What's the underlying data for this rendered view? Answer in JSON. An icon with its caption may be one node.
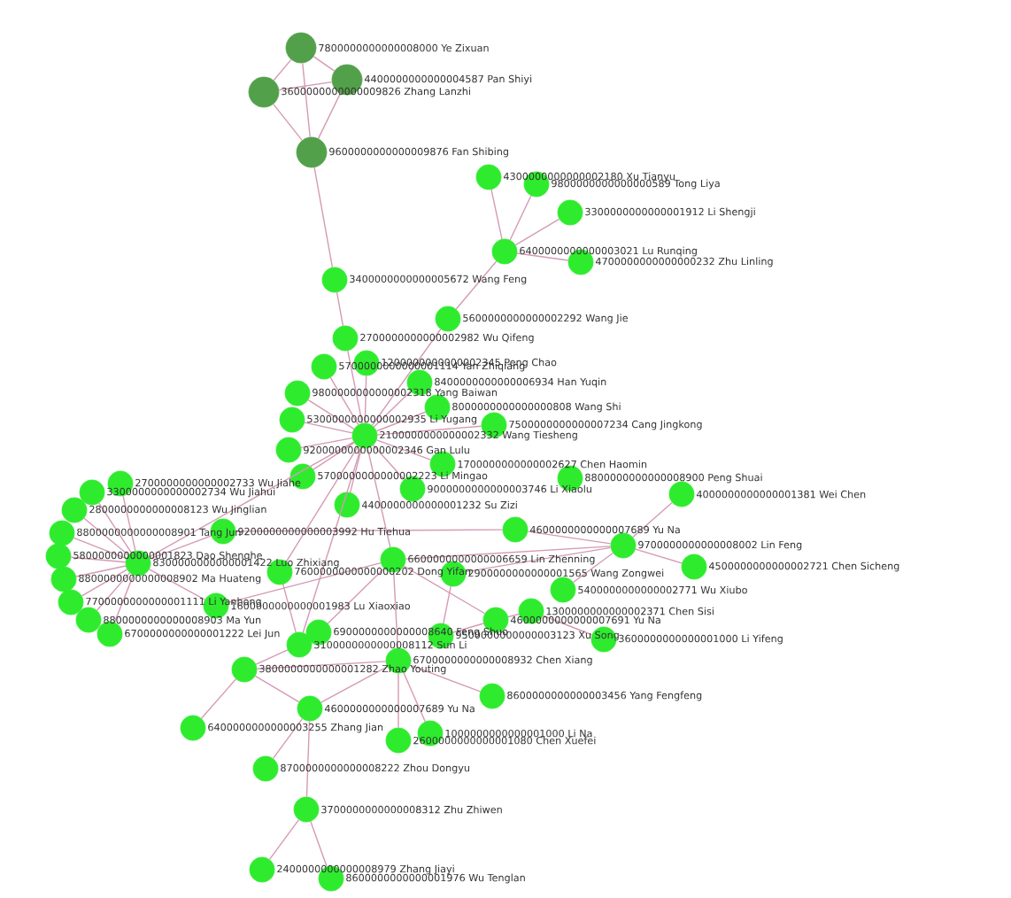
{
  "diagram": {
    "nodes": [
      {
        "text": [
          "7800000000000008000 Ye Zixuan"
        ]
      },
      {
        "text": [
          "4400000000000004587 Pan Shiyi"
        ]
      },
      {
        "text": [
          "3600000000000009826 Zhang Lanzhi"
        ]
      },
      {
        "text": [
          "9600000000000009876 Fan Shibing"
        ]
      },
      {
        "text": [
          "4300000000000002180 Xu Tianyu"
        ]
      },
      {
        "text": [
          "9800000000000000589 Tong Liya"
        ]
      },
      {
        "text": [
          "3300000000000001912 Li Shengji"
        ]
      },
      {
        "text": [
          "6400000000000003021 Lu Runqing"
        ]
      },
      {
        "text": [
          "4700000000000000232 Zhu Linling"
        ]
      },
      {
        "text": [
          "3400000000000005672 Wang Feng"
        ]
      },
      {
        "text": [
          "5600000000000002292 Wang Jie"
        ]
      },
      {
        "text": [
          "2700000000000002982 Wu Qifeng"
        ]
      },
      {
        "text": [
          "1200000000000002345 Peng Chao"
        ]
      },
      {
        "text": [
          "5700000000000001114 Yan Zhiqiang"
        ]
      },
      {
        "text": [
          "8400000000000006934 Han Yuqin"
        ]
      },
      {
        "text": [
          "9800000000000002318 Yang Baiwan"
        ]
      },
      {
        "text": [
          "8000000000000000808 Wang Shi"
        ]
      },
      {
        "text": [
          "5300000000000002935 Li Yugang"
        ]
      },
      {
        "text": [
          "7500000000000007234 Cang Jingkong"
        ]
      },
      {
        "text": [
          "2100000000000002332 Wang Tiesheng"
        ]
      },
      {
        "text": [
          "9200000000000002346 Gan Lulu"
        ]
      },
      {
        "text": [
          "1700000000000002627 Chen Haomin"
        ]
      },
      {
        "text": [
          "5700000000000002223 Li Mingao"
        ]
      },
      {
        "text": [
          "9000000000000003746 Li Xiaolu"
        ]
      },
      {
        "text": [
          "4400000000000001232 Su Zizi"
        ]
      },
      {
        "text": [
          "8800000000000008900 Peng Shuai"
        ]
      },
      {
        "text": [
          "4000000000000001381 Wei Chen"
        ]
      },
      {
        "text": [
          "2700000000000002733 Wu Jiahe"
        ]
      },
      {
        "text": [
          "3300000000000002734 Wu Jiahui"
        ]
      },
      {
        "text": [
          "2800000000000008123 Wu Jinglian"
        ]
      },
      {
        "text": [
          "8800000000000008901 Tang Jun"
        ]
      },
      {
        "text": [
          "5800000000000001823 Dao Shenghe"
        ]
      },
      {
        "text": [
          "8800000000000008902 Ma Huateng"
        ]
      },
      {
        "text": [
          "7700000000000001111 Li Yanhong"
        ]
      },
      {
        "text": [
          "8800000000000008903 Ma Yun"
        ]
      },
      {
        "text": [
          "6700000000000001222 Lei Jun"
        ]
      },
      {
        "text": [
          "8300000000000001422 Luo Zhixiang"
        ]
      },
      {
        "text": [
          "9200000000000003992 Hu Tiehua"
        ]
      },
      {
        "text": [
          "7600000000000000202 Dong Yifan"
        ]
      },
      {
        "text": [
          "6600000000000006659 Lin Zhenning"
        ]
      },
      {
        "text": [
          "4600000000000007689 Yu Na"
        ]
      },
      {
        "text": [
          "9700000000000008002 Lin Feng"
        ]
      },
      {
        "text": [
          "4500000000000002721 Chen Sicheng"
        ]
      },
      {
        "text": [
          "2900000000000001565 Wang Zongwei"
        ]
      },
      {
        "text": [
          "5400000000000002771 Wu Xiubo"
        ]
      },
      {
        "text": [
          "1600000000000001983 Lu Xiaoxiao"
        ]
      },
      {
        "text": [
          "6900000000000008640 Feng Shuo"
        ]
      },
      {
        "text": [
          "3100000000000008112 Sun Li"
        ]
      },
      {
        "text": [
          "9500000000000003123 Xu Song"
        ]
      },
      {
        "text": [
          "4600000000000007691 Yu Na"
        ]
      },
      {
        "text": [
          "1300000000000002371 Chen Sisi"
        ]
      },
      {
        "text": [
          "3600000000000001000 Li Yifeng"
        ]
      },
      {
        "text": [
          "6700000000000008932 Chen Xiang"
        ]
      },
      {
        "text": [
          "3800000000000001282 Zhao Youting"
        ]
      },
      {
        "text": [
          "4600000000000007689 Yu Na"
        ]
      },
      {
        "text": [
          "6400000000000003255 Zhang Jian"
        ]
      },
      {
        "text": [
          "8600000000000003456 Yang Fengfeng"
        ]
      },
      {
        "text": [
          "2600000000000001080 Chen Xuefei"
        ]
      },
      {
        "text": [
          "1000000000000001000 Li Na"
        ]
      },
      {
        "text": [
          "8700000000000008222 Zhou Dongyu"
        ]
      },
      {
        "text": [
          "3700000000000008312 Zhu Zhiwen"
        ]
      },
      {
        "text": [
          "2400000000000008979 Zhang Jiayi"
        ]
      },
      {
        "text": [
          "8600000000000001976 Wu Tenglan"
        ]
      }
    ],
    "edges": [
      {
        "from": 0,
        "to": 1,
        "arrow": "none"
      },
      {
        "from": 0,
        "to": 2,
        "arrow": "none"
      },
      {
        "from": 0,
        "to": 3,
        "arrow": "none"
      },
      {
        "from": 1,
        "to": 2,
        "arrow": "none"
      },
      {
        "from": 1,
        "to": 3,
        "arrow": "none"
      },
      {
        "from": 2,
        "to": 3,
        "arrow": "none"
      },
      {
        "from": 3,
        "to": 9,
        "arrow": "none"
      },
      {
        "from": 7,
        "to": 4,
        "arrow": "none"
      },
      {
        "from": 7,
        "to": 5,
        "arrow": "none"
      },
      {
        "from": 7,
        "to": 6,
        "arrow": "none"
      },
      {
        "from": 7,
        "to": 8,
        "arrow": "none"
      },
      {
        "from": 7,
        "to": 10,
        "arrow": "none"
      },
      {
        "from": 10,
        "to": 19,
        "arrow": "none"
      },
      {
        "from": 9,
        "to": 11,
        "arrow": "none"
      },
      {
        "from": 11,
        "to": 19,
        "arrow": "none"
      },
      {
        "from": 19,
        "to": 12,
        "arrow": "none"
      },
      {
        "from": 19,
        "to": 13,
        "arrow": "none"
      },
      {
        "from": 19,
        "to": 14,
        "arrow": "none"
      },
      {
        "from": 19,
        "to": 15,
        "arrow": "none"
      },
      {
        "from": 19,
        "to": 16,
        "arrow": "none"
      },
      {
        "from": 19,
        "to": 17,
        "arrow": "none"
      },
      {
        "from": 19,
        "to": 18,
        "arrow": "none"
      },
      {
        "from": 19,
        "to": 20,
        "arrow": "none"
      },
      {
        "from": 19,
        "to": 21,
        "arrow": "none"
      },
      {
        "from": 19,
        "to": 22,
        "arrow": "none"
      },
      {
        "from": 19,
        "to": 23,
        "arrow": "none"
      },
      {
        "from": 19,
        "to": 24,
        "arrow": "none"
      },
      {
        "from": 19,
        "to": 36,
        "arrow": "none"
      },
      {
        "from": 19,
        "to": 38,
        "arrow": "none"
      },
      {
        "from": 19,
        "to": 39,
        "arrow": "none"
      },
      {
        "from": 19,
        "to": 47,
        "arrow": "none"
      },
      {
        "from": 36,
        "to": 27,
        "arrow": "none"
      },
      {
        "from": 36,
        "to": 28,
        "arrow": "none"
      },
      {
        "from": 36,
        "to": 29,
        "arrow": "none"
      },
      {
        "from": 36,
        "to": 30,
        "arrow": "none"
      },
      {
        "from": 36,
        "to": 31,
        "arrow": "none"
      },
      {
        "from": 36,
        "to": 32,
        "arrow": "none"
      },
      {
        "from": 36,
        "to": 33,
        "arrow": "none"
      },
      {
        "from": 36,
        "to": 34,
        "arrow": "none"
      },
      {
        "from": 36,
        "to": 35,
        "arrow": "none"
      },
      {
        "from": 36,
        "to": 37,
        "arrow": "none"
      },
      {
        "from": 36,
        "to": 45,
        "arrow": "none"
      },
      {
        "from": 37,
        "to": 40,
        "arrow": "none"
      },
      {
        "from": 40,
        "to": 41,
        "arrow": "none"
      },
      {
        "from": 41,
        "to": 26,
        "arrow": "none"
      },
      {
        "from": 41,
        "to": 42,
        "arrow": "none"
      },
      {
        "from": 41,
        "to": 43,
        "arrow": "none"
      },
      {
        "from": 41,
        "to": 44,
        "arrow": "none"
      },
      {
        "from": 39,
        "to": 41,
        "arrow": "none"
      },
      {
        "from": 38,
        "to": 47,
        "arrow": "none"
      },
      {
        "from": 45,
        "to": 39,
        "arrow": "none"
      },
      {
        "from": 46,
        "to": 39,
        "arrow": "none"
      },
      {
        "from": 39,
        "to": 52,
        "arrow": "none"
      },
      {
        "from": 39,
        "to": 49,
        "arrow": "none"
      },
      {
        "from": 48,
        "to": 49,
        "arrow": "none"
      },
      {
        "from": 49,
        "to": 50,
        "arrow": "none"
      },
      {
        "from": 50,
        "to": 51,
        "arrow": "none"
      },
      {
        "from": 43,
        "to": 48,
        "arrow": "none"
      },
      {
        "from": 52,
        "to": 53,
        "arrow": "none"
      },
      {
        "from": 53,
        "to": 54,
        "arrow": "none"
      },
      {
        "from": 52,
        "to": 54,
        "arrow": "none"
      },
      {
        "from": 53,
        "to": 55,
        "arrow": "none"
      },
      {
        "from": 54,
        "to": 59,
        "arrow": "none"
      },
      {
        "from": 54,
        "to": 60,
        "arrow": "none"
      },
      {
        "from": 52,
        "to": 57,
        "arrow": "none"
      },
      {
        "from": 52,
        "to": 58,
        "arrow": "none"
      },
      {
        "from": 52,
        "to": 56,
        "arrow": "none"
      },
      {
        "from": 60,
        "to": 61,
        "arrow": "none"
      },
      {
        "from": 60,
        "to": 62,
        "arrow": "none"
      },
      {
        "from": 47,
        "to": 53,
        "arrow": "none"
      }
    ]
  }
}
